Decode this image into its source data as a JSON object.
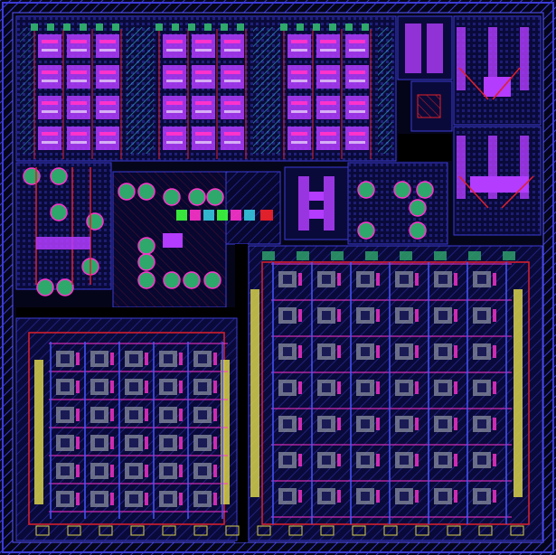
{
  "palette": {
    "background": "#000000",
    "outline": "#3b3bd6",
    "metal_purple": "#b33cff",
    "metal_magenta": "#ff33cc",
    "metal_cyan": "#36c9e0",
    "via_green": "#2fa86b",
    "poly_red": "#e0202a",
    "diffusion_yellow": "#d8d24a",
    "diffusion_olive": "#a7a341",
    "hatch_blue": "#4455ff",
    "grey_block": "#8a8fa0",
    "bright_green": "#3dff3d"
  },
  "icons": {
    "seal_ring": "hatched-border",
    "cell": "transistor-cell",
    "contact": "via-circle"
  },
  "blocks": [
    {
      "key": "memory_a",
      "kind": "purple-array",
      "cells": 12
    },
    {
      "key": "memory_b",
      "kind": "purple-array",
      "cells": 12
    },
    {
      "key": "memory_c",
      "kind": "purple-array",
      "cells": 12
    },
    {
      "key": "rf_block",
      "kind": "mixed"
    },
    {
      "key": "analog_left",
      "kind": "mixed"
    },
    {
      "key": "analog_mid",
      "kind": "mixed"
    },
    {
      "key": "analog_right",
      "kind": "mixed"
    },
    {
      "key": "array_small",
      "kind": "grid",
      "rows": 6,
      "cols": 5
    },
    {
      "key": "array_large",
      "kind": "grid",
      "rows": 7,
      "cols": 6
    }
  ]
}
